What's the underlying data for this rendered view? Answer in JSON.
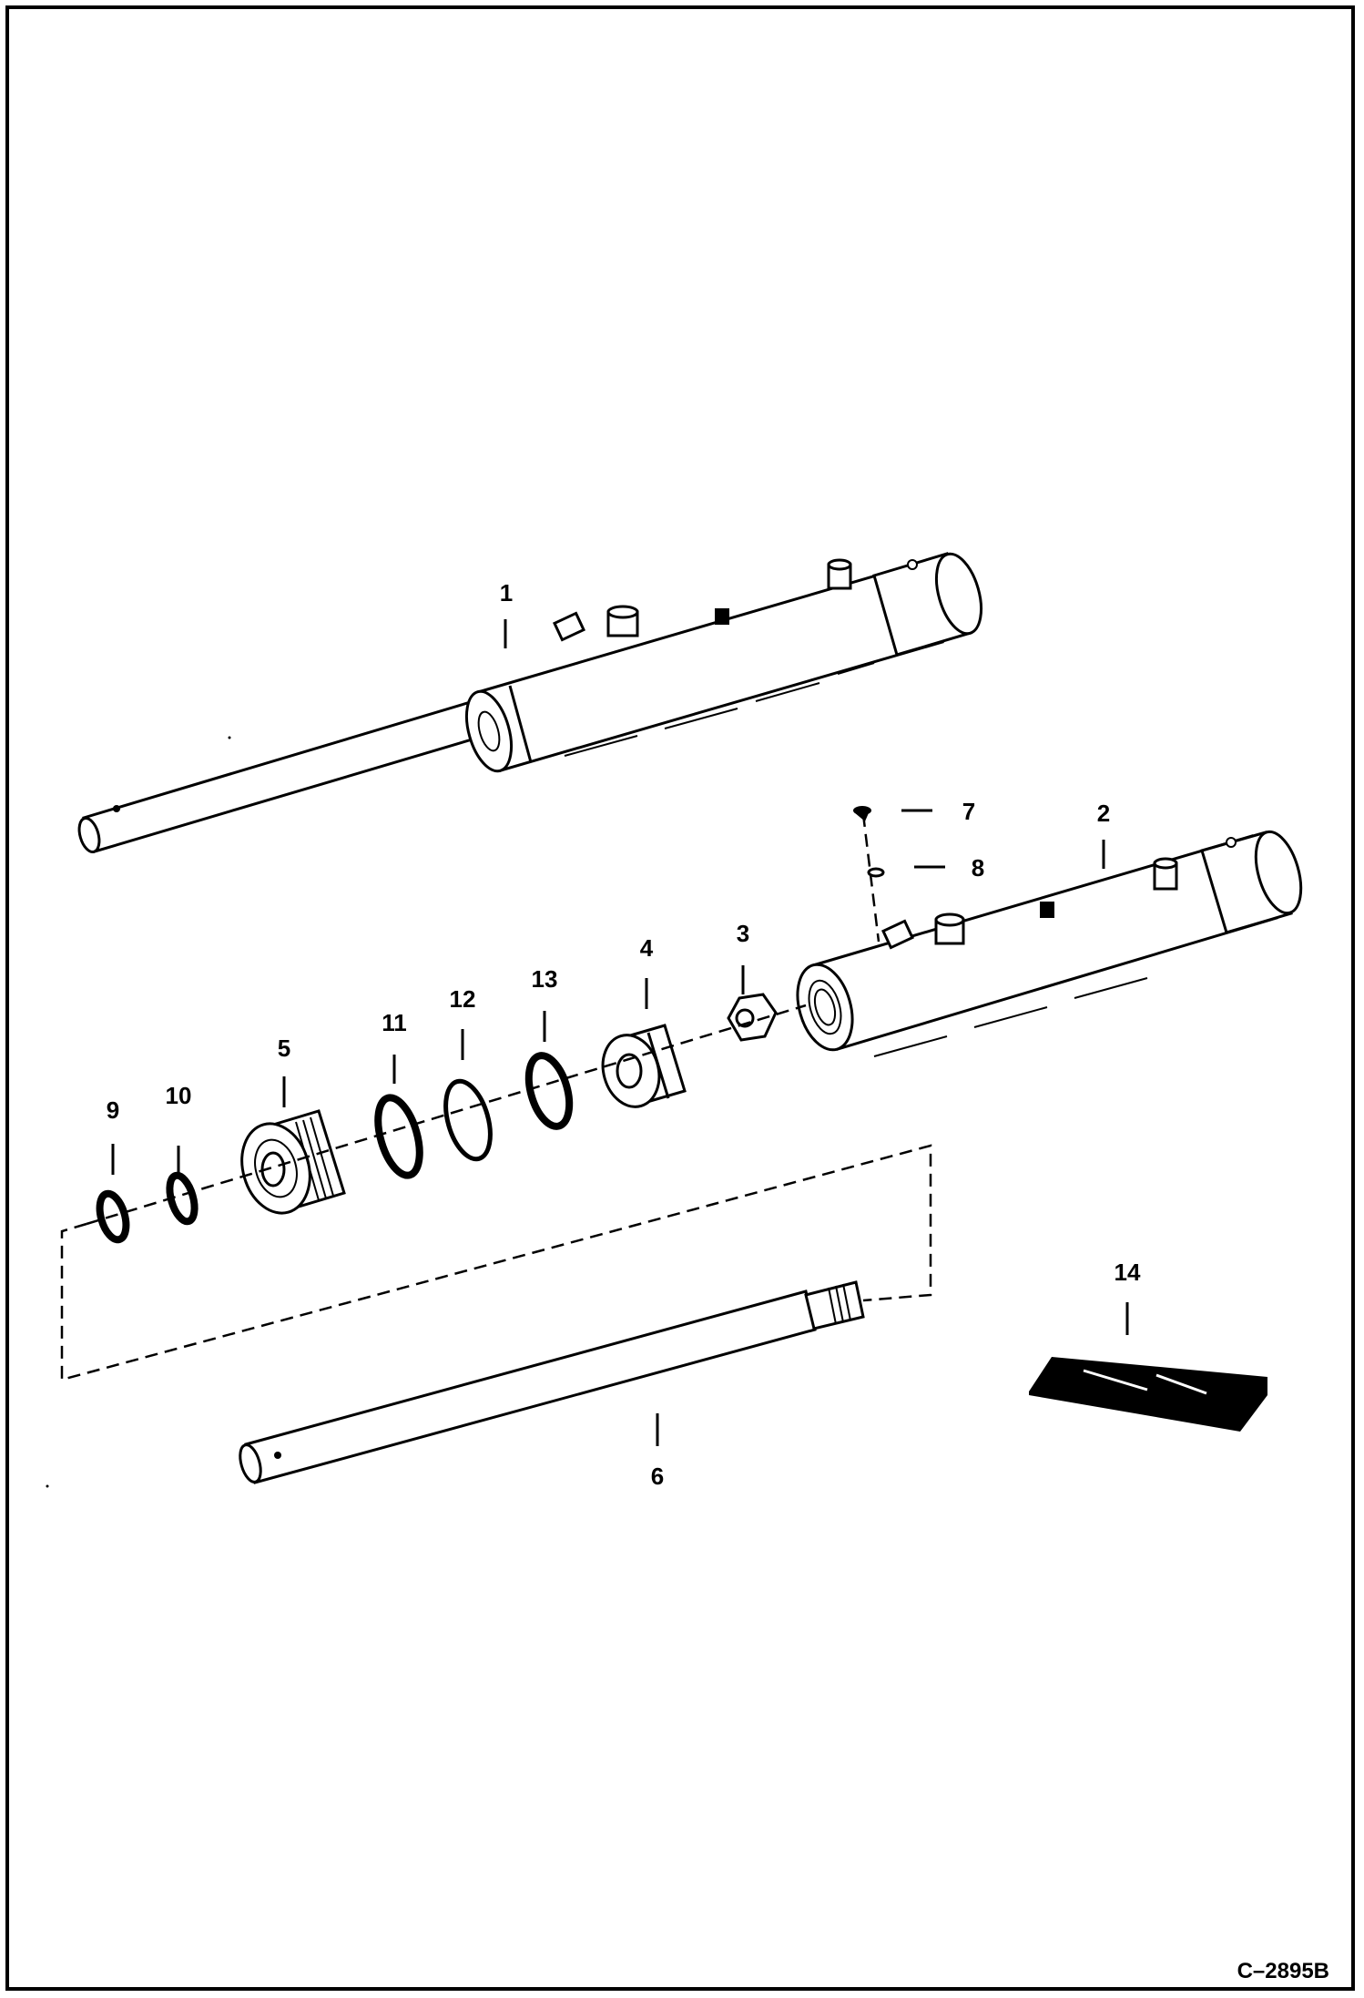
{
  "diagram": {
    "drawing_code": "C–2895B",
    "callouts": [
      "1",
      "2",
      "3",
      "4",
      "5",
      "6",
      "7",
      "8",
      "9",
      "10",
      "11",
      "12",
      "13",
      "14"
    ]
  }
}
